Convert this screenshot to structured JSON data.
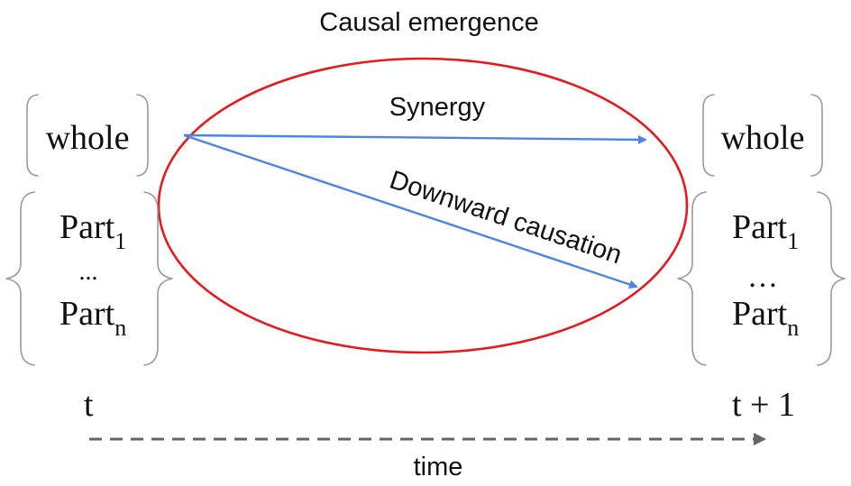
{
  "title": "Causal emergence",
  "arrows": {
    "synergy": "Synergy",
    "downward": "Downward causation"
  },
  "left": {
    "whole": "whole",
    "part_first": "Part",
    "part_first_sub": "1",
    "ellipsis": "...",
    "part_last": "Part",
    "part_last_sub": "n",
    "time_label": "t"
  },
  "right": {
    "whole": "whole",
    "part_first": "Part",
    "part_first_sub": "1",
    "ellipsis": "…",
    "part_last": "Part",
    "part_last_sub": "n",
    "time_label": "t + 1"
  },
  "axis_label": "time",
  "colors": {
    "ellipse": "#e8191c",
    "arrow": "#4a86e8",
    "time_arrow": "#666666",
    "brace": "#9a9a9a"
  }
}
